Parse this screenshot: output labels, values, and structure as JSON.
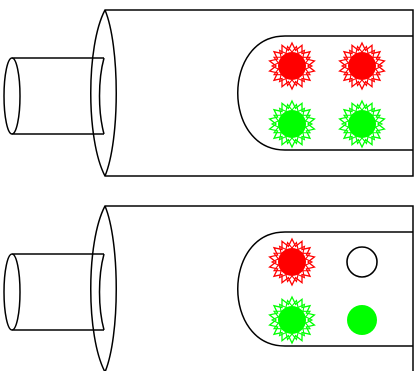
{
  "colors": {
    "outline": "#000000",
    "red": "#ff0000",
    "green": "#00ff00",
    "background": "#ffffff"
  },
  "devices": [
    {
      "name": "device-top",
      "indicators": [
        {
          "name": "top-left-red",
          "color": "red",
          "state": "flashing",
          "icon": "flashing-light-icon"
        },
        {
          "name": "top-right-red",
          "color": "red",
          "state": "flashing",
          "icon": "flashing-light-icon"
        },
        {
          "name": "bottom-left-green",
          "color": "green",
          "state": "flashing",
          "icon": "flashing-light-icon"
        },
        {
          "name": "bottom-right-green",
          "color": "green",
          "state": "flashing",
          "icon": "flashing-light-icon"
        }
      ]
    },
    {
      "name": "device-bottom",
      "indicators": [
        {
          "name": "top-left-red",
          "color": "red",
          "state": "flashing",
          "icon": "flashing-light-icon"
        },
        {
          "name": "top-right-off",
          "color": "none",
          "state": "off",
          "icon": "light-off-icon"
        },
        {
          "name": "bottom-left-green",
          "color": "green",
          "state": "flashing",
          "icon": "flashing-light-icon"
        },
        {
          "name": "bottom-right-green",
          "color": "green",
          "state": "steady",
          "icon": "light-on-icon"
        }
      ]
    }
  ]
}
